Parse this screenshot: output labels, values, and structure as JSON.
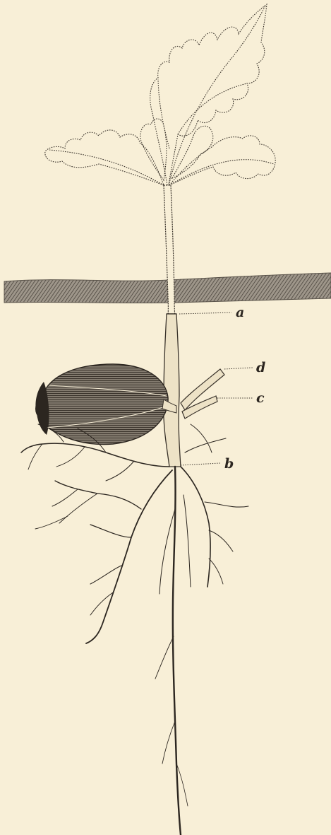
{
  "figure": {
    "labels": {
      "a": "a",
      "b": "b",
      "c": "c",
      "d": "d"
    },
    "colors": {
      "paper": "#f8efd7",
      "ink": "#3a332b",
      "soil": "#7d7468"
    }
  }
}
